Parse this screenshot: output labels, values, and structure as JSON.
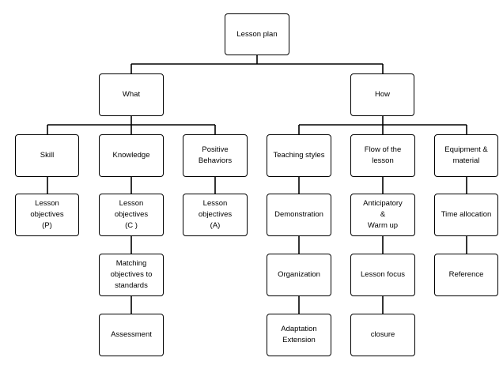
{
  "nodes": {
    "root": {
      "lines": [
        "Lesson plan"
      ]
    },
    "what": {
      "lines": [
        "What"
      ]
    },
    "how": {
      "lines": [
        "How"
      ]
    },
    "skill": {
      "lines": [
        "Skill"
      ]
    },
    "knowledge": {
      "lines": [
        "Knowledge"
      ]
    },
    "positive": {
      "lines": [
        "Positive",
        "Behaviors"
      ]
    },
    "teaching": {
      "lines": [
        "Teaching styles"
      ]
    },
    "flow": {
      "lines": [
        "Flow of the",
        "lesson"
      ]
    },
    "equip": {
      "lines": [
        "Equipment &",
        "material"
      ]
    },
    "lo_p": {
      "lines": [
        "Lesson",
        "objectives",
        "(P)"
      ]
    },
    "lo_c": {
      "lines": [
        "Lesson",
        "objectives",
        "(C )"
      ]
    },
    "lo_a": {
      "lines": [
        "Lesson",
        "objectives",
        "(A)"
      ]
    },
    "demo": {
      "lines": [
        "Demonstration"
      ]
    },
    "antic": {
      "lines": [
        "Anticipatory",
        "&",
        "Warm up"
      ]
    },
    "time": {
      "lines": [
        "Time allocation"
      ]
    },
    "match": {
      "lines": [
        "Matching",
        "objectives to",
        "standards"
      ]
    },
    "org": {
      "lines": [
        "Organization"
      ]
    },
    "focus": {
      "lines": [
        "Lesson focus"
      ]
    },
    "ref": {
      "lines": [
        "Reference"
      ]
    },
    "assess": {
      "lines": [
        "Assessment"
      ]
    },
    "adapt": {
      "lines": [
        "Adaptation",
        "Extension"
      ]
    },
    "closure": {
      "lines": [
        "closure"
      ]
    }
  },
  "line_color": "#000000"
}
